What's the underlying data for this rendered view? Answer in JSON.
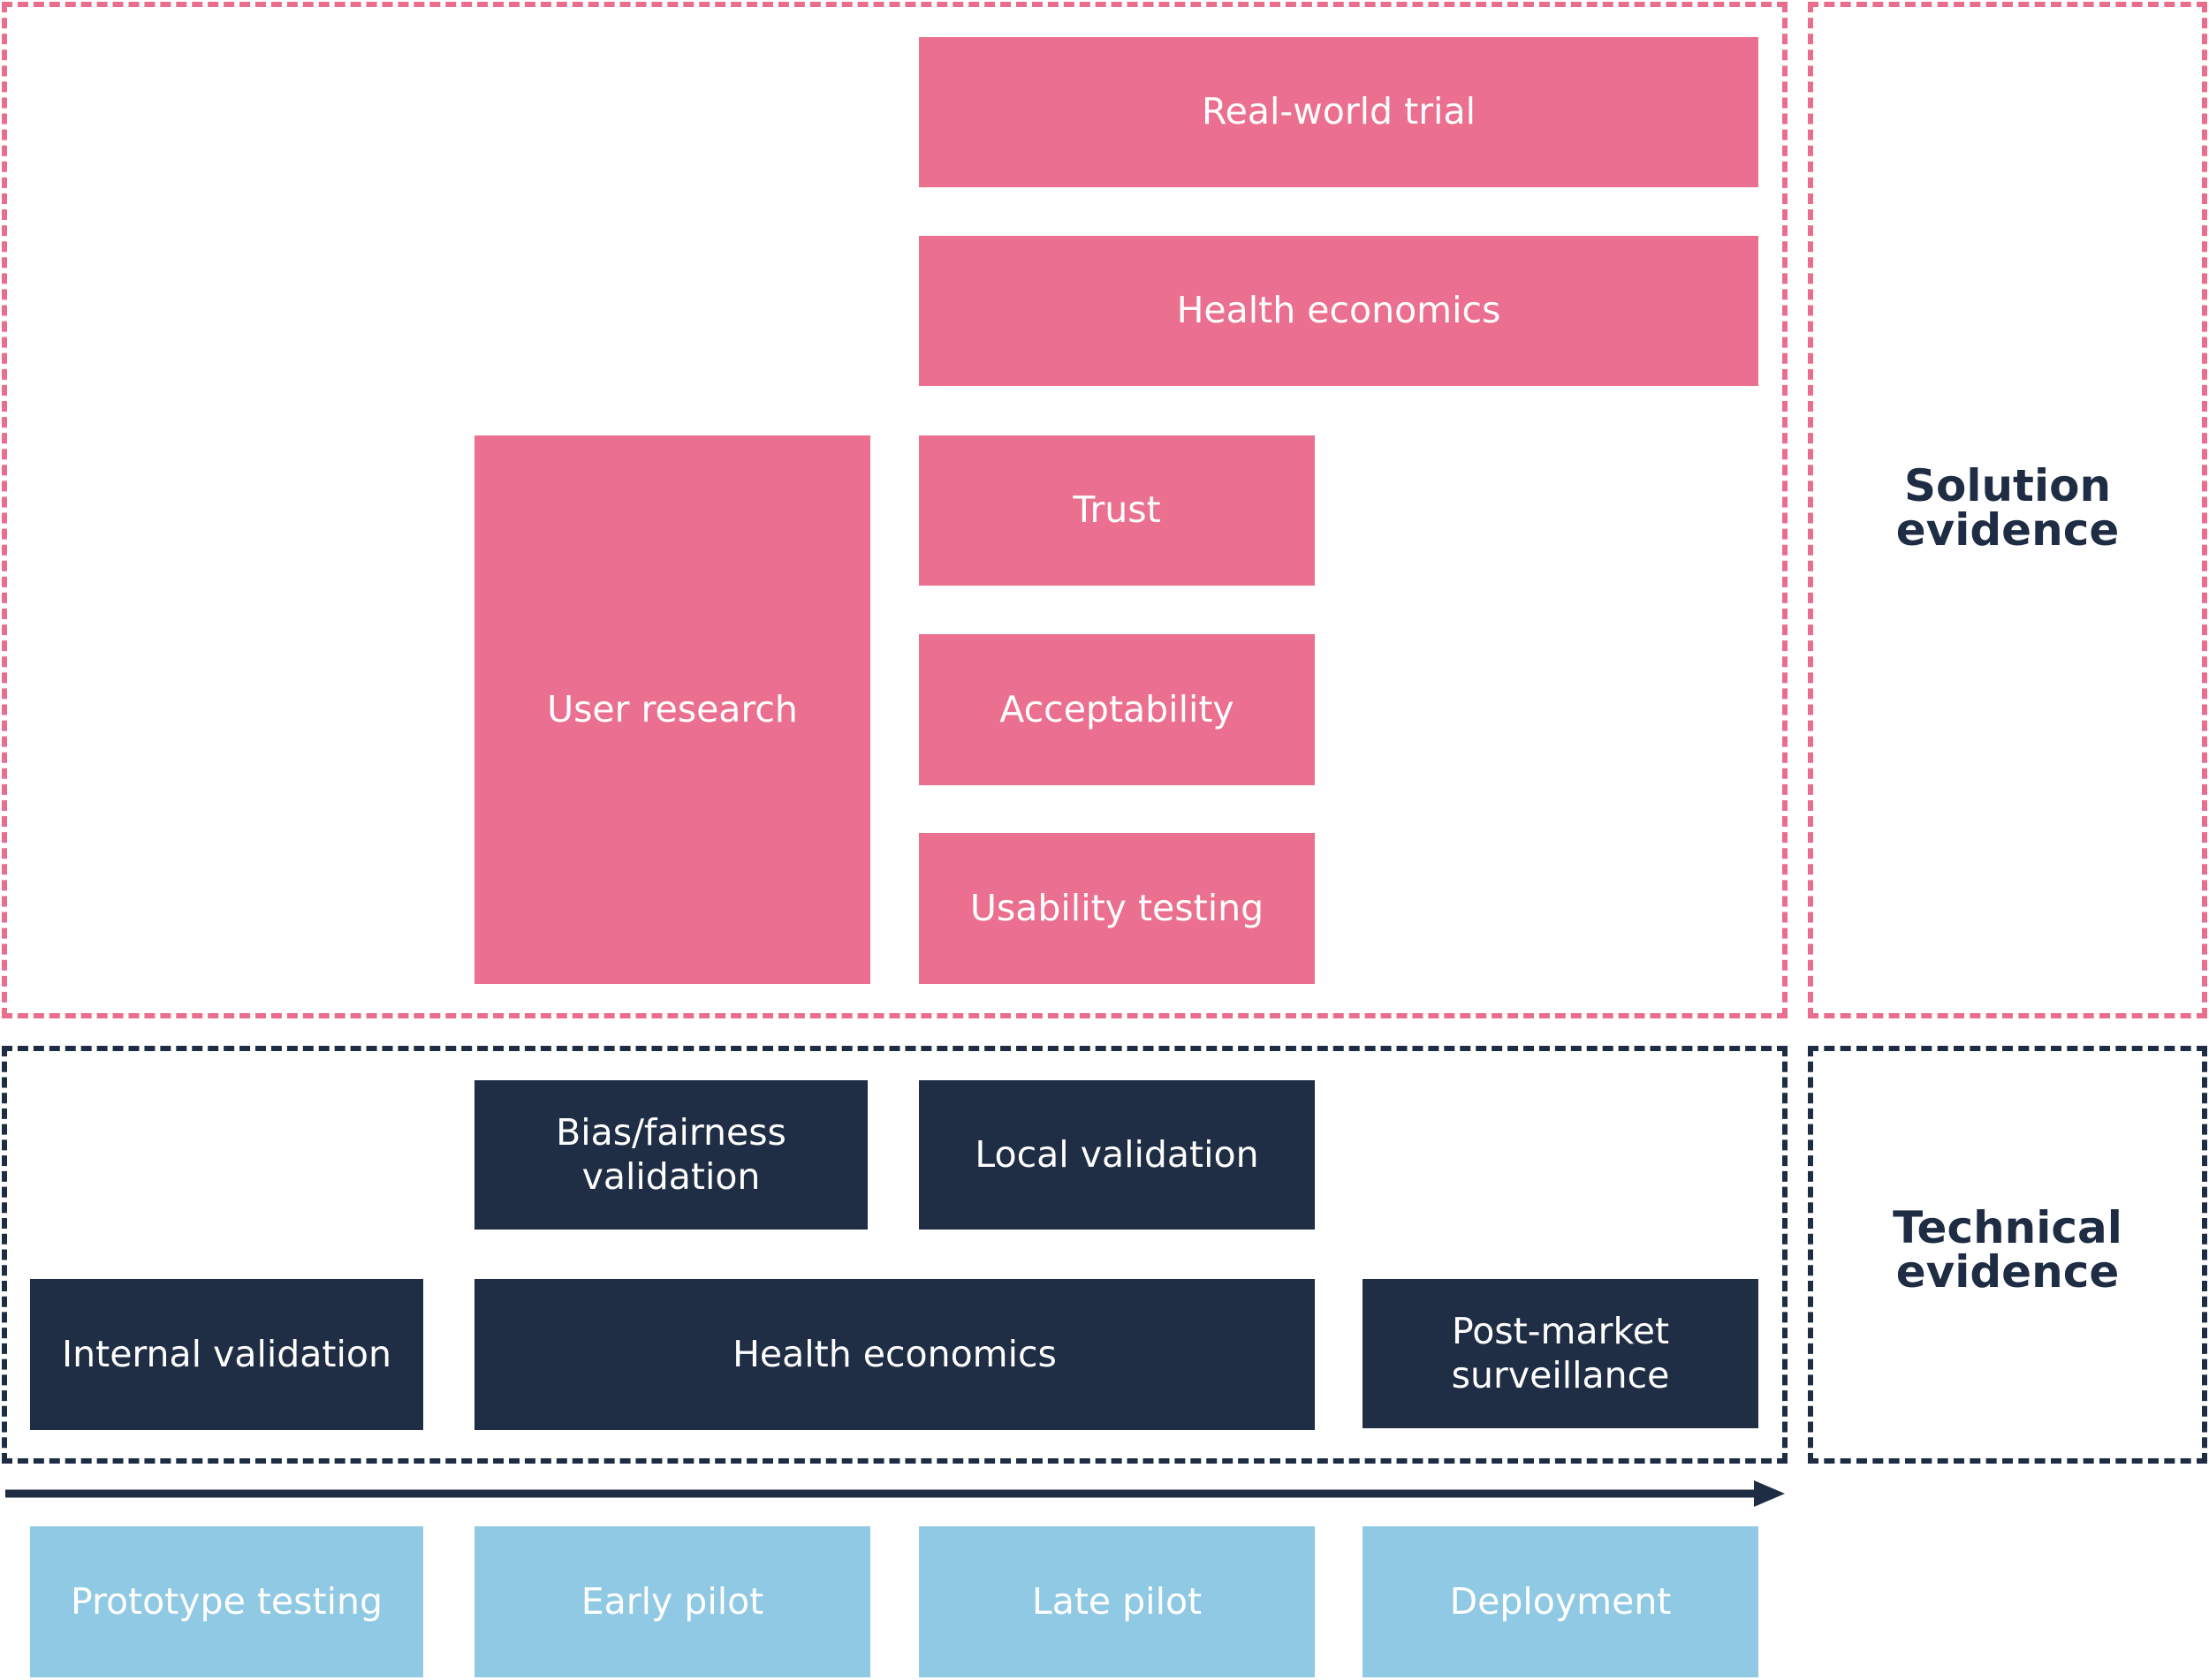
{
  "colors": {
    "solution": "#EB6F8E",
    "technical": "#1F2E45",
    "stage": "#8FC9E3",
    "label_text": "#1E2D44",
    "box_text": "#FFFFFF"
  },
  "solution_evidence": {
    "label_line1": "Solution",
    "label_line2": "evidence",
    "boxes": {
      "real_world_trial": "Real-world trial",
      "health_economics": "Health economics",
      "user_research": "User research",
      "trust": "Trust",
      "acceptability": "Acceptability",
      "usability_testing": "Usability testing"
    }
  },
  "technical_evidence": {
    "label_line1": "Technical",
    "label_line2": "evidence",
    "boxes": {
      "bias_fairness_line1": "Bias/fairness",
      "bias_fairness_line2": "validation",
      "local_validation": "Local validation",
      "internal_validation": "Internal validation",
      "health_economics": "Health economics",
      "post_market_line1": "Post-market",
      "post_market_line2": "surveillance"
    }
  },
  "stages": [
    "Prototype testing",
    "Early pilot",
    "Late pilot",
    "Deployment"
  ]
}
